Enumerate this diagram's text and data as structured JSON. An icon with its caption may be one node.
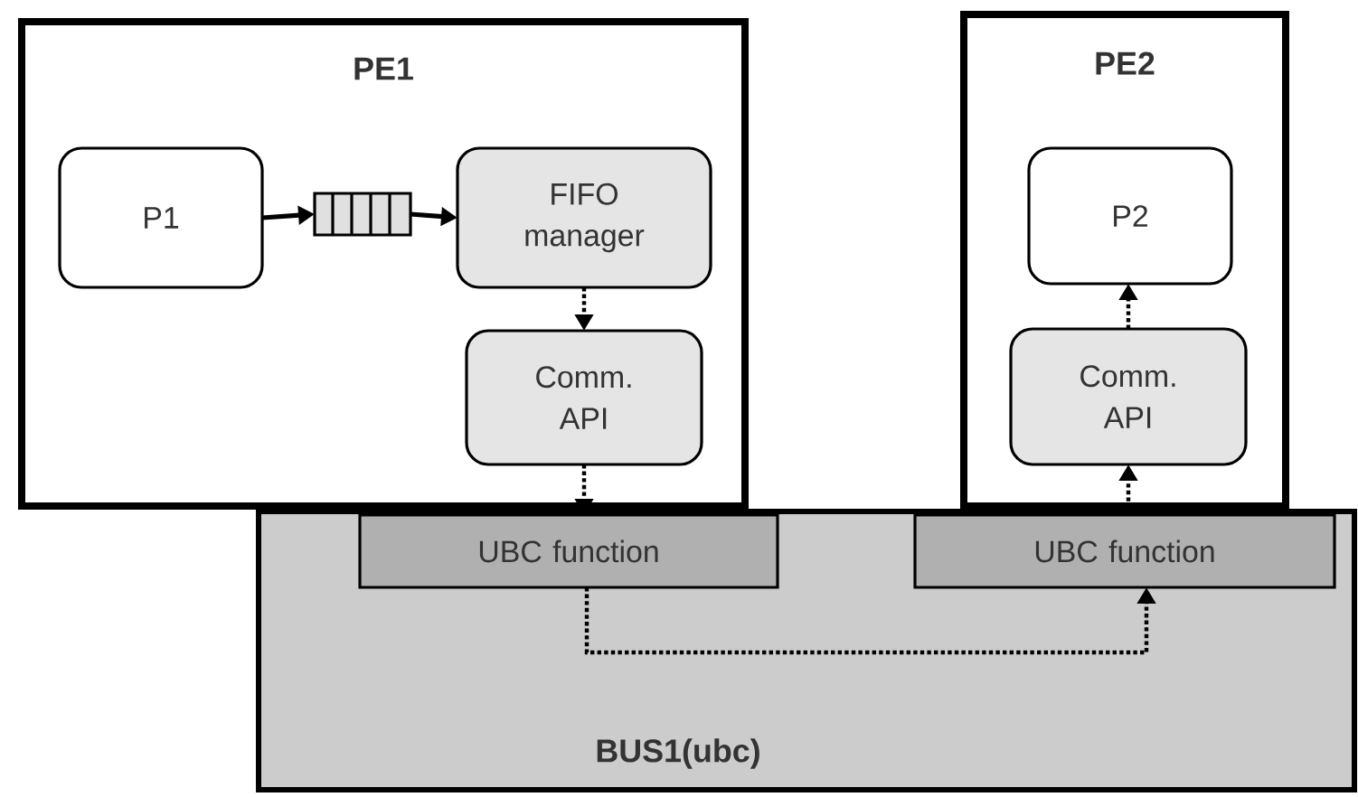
{
  "diagram": {
    "nodes": [
      {
        "text": [
          "PE1"
        ]
      },
      {
        "text": [
          "P1"
        ],
        "in": 0
      },
      {
        "text": [],
        "shape": "box",
        "in": 0
      },
      {
        "text": [
          "FIFO manager"
        ],
        "in": 0
      },
      {
        "text": [
          "Comm. API"
        ],
        "in": 0
      },
      {
        "text": [
          "PE2"
        ]
      },
      {
        "text": [
          "P2"
        ],
        "in": 5
      },
      {
        "text": [
          "Comm. API"
        ],
        "in": 5
      },
      {
        "text": [
          "BUS1(ubc)"
        ]
      },
      {
        "text": [
          "UBC function"
        ],
        "in": 8
      },
      {
        "text": [
          "UBC function"
        ],
        "in": 8
      }
    ],
    "edges": [
      {
        "from": 1,
        "to": 2,
        "arrow": "to"
      },
      {
        "from": 2,
        "to": 3,
        "arrow": "to"
      },
      {
        "from": 3,
        "to": 4,
        "arrow": "to",
        "style": "dashed"
      },
      {
        "from": 4,
        "to": 9,
        "arrow": "to",
        "style": "dashed"
      },
      {
        "from": 9,
        "to": 10,
        "arrow": "to",
        "style": "dashed"
      },
      {
        "from": 10,
        "to": 7,
        "arrow": "to",
        "style": "dashed"
      },
      {
        "from": 7,
        "to": 6,
        "arrow": "to",
        "style": "dashed"
      }
    ]
  }
}
